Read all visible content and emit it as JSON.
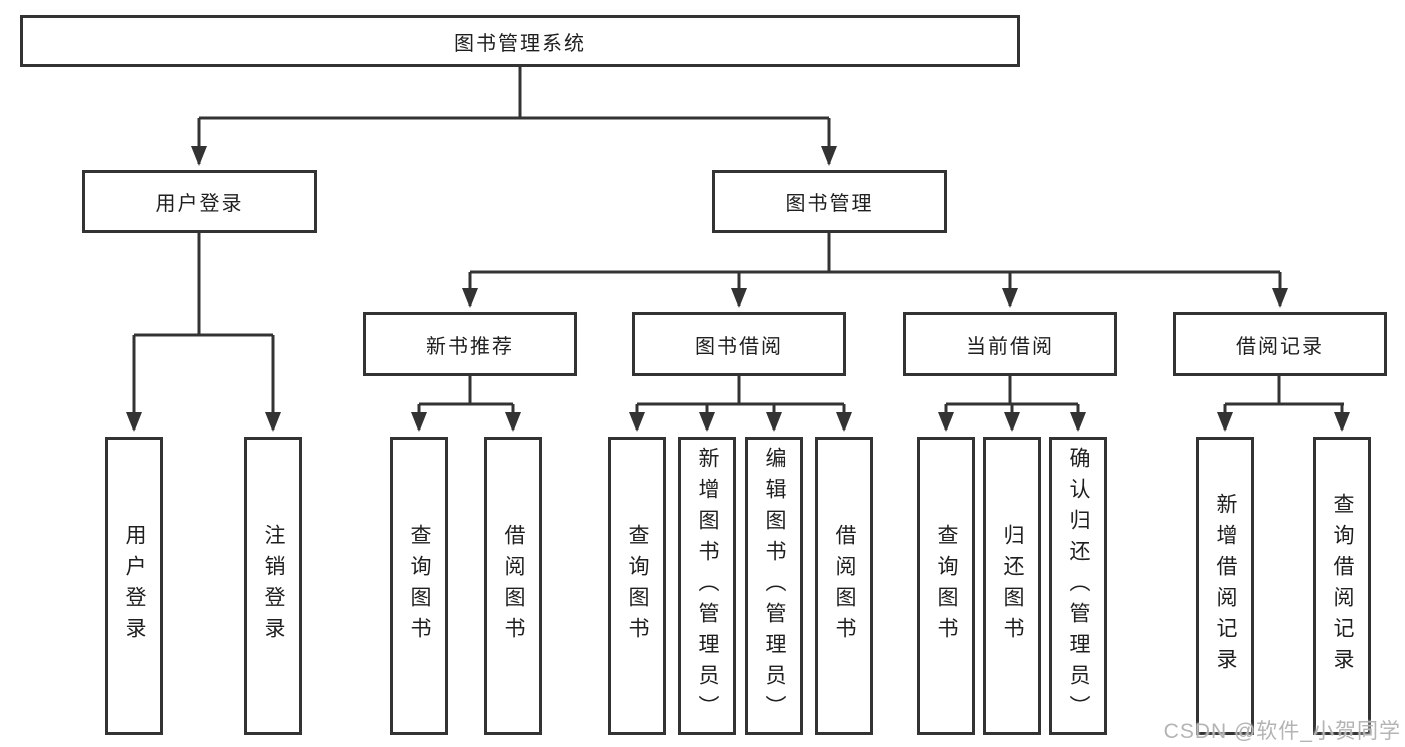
{
  "tree": {
    "root": "图书管理系统",
    "branches": [
      {
        "label": "用户登录",
        "children": [
          "用户登录",
          "注销登录"
        ]
      },
      {
        "label": "图书管理",
        "sections": [
          {
            "label": "新书推荐",
            "children": [
              "查询图书",
              "借阅图书"
            ]
          },
          {
            "label": "图书借阅",
            "children": [
              "查询图书",
              "新增图书（管理员）",
              "编辑图书（管理员）",
              "借阅图书"
            ]
          },
          {
            "label": "当前借阅",
            "children": [
              "查询图书",
              "归还图书",
              "确认归还（管理员）"
            ]
          },
          {
            "label": "借阅记录",
            "children": [
              "新增借阅记录",
              "查询借阅记录"
            ]
          }
        ]
      }
    ]
  },
  "watermark": "CSDN @软件_小贺同学",
  "colors": {
    "line": "#333333",
    "box_border": "#333333",
    "box_fill": "#ffffff",
    "text": "#1f1f1f",
    "watermark": "#b4b4b4",
    "background": "#ffffff"
  }
}
